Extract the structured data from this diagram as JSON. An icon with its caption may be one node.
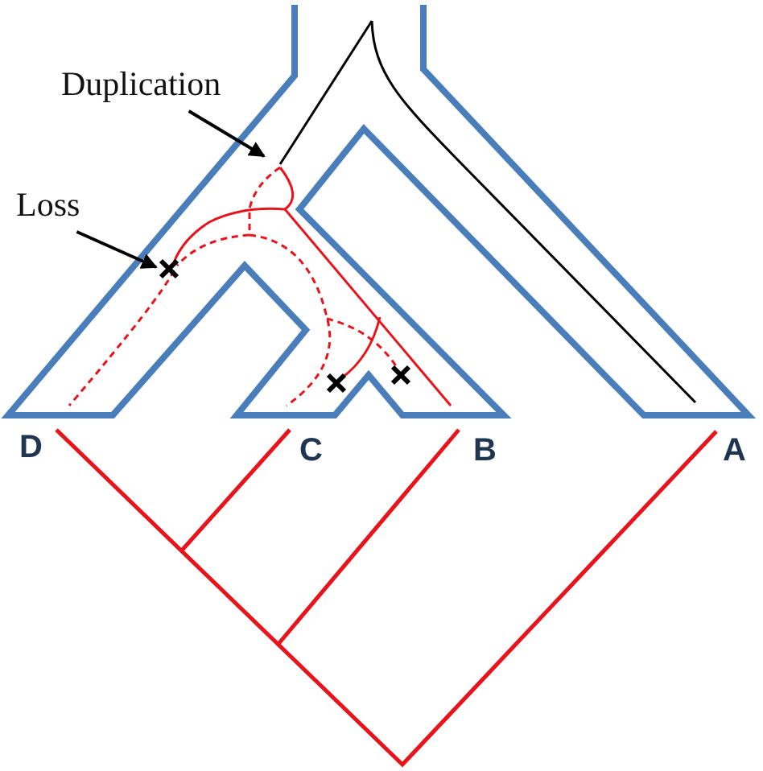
{
  "diagram": {
    "nodes": [
      {
        "text": [
          "Duplication"
        ]
      },
      {
        "text": [
          "Loss"
        ]
      }
    ],
    "edges": [
      {
        "from": 0,
        "to": null,
        "arrow": "to"
      },
      {
        "from": 1,
        "to": null,
        "arrow": "to"
      }
    ],
    "labels": [
      "D",
      "C",
      "B",
      "A"
    ]
  }
}
